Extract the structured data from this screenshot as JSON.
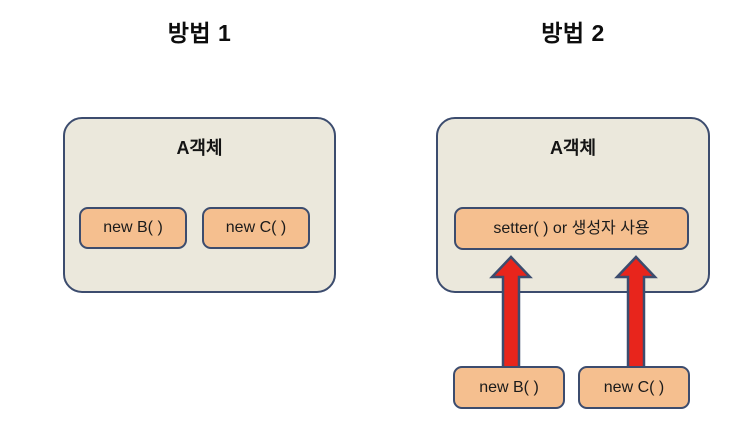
{
  "diagram": {
    "title_left": "방법 1",
    "title_right": "방법 2",
    "colors": {
      "container_fill": "#EBE8DC",
      "container_border": "#3C4C6E",
      "chip_fill": "#F5BF8F",
      "chip_border": "#3C4C6E",
      "arrow_fill": "#E8251C",
      "arrow_border": "#3C4C6E",
      "background": "#FFFFFF",
      "text": "#141414"
    }
  },
  "method_1": {
    "heading": "방법 1",
    "object_box": {
      "title": "A객체",
      "chips": [
        {
          "label": "new B( )"
        },
        {
          "label": "new C( )"
        }
      ]
    }
  },
  "method_2": {
    "heading": "방법 2",
    "object_box": {
      "title": "A객체",
      "chips": [
        {
          "label": "setter( ) or 생성자 사용"
        }
      ]
    },
    "external_chips": [
      {
        "label": "new B( )"
      },
      {
        "label": "new C( )"
      }
    ],
    "arrows": [
      {
        "name": "arrow-from-new-b",
        "direction": "up",
        "color": "#E8251C"
      },
      {
        "name": "arrow-from-new-c",
        "direction": "up",
        "color": "#E8251C"
      }
    ]
  }
}
